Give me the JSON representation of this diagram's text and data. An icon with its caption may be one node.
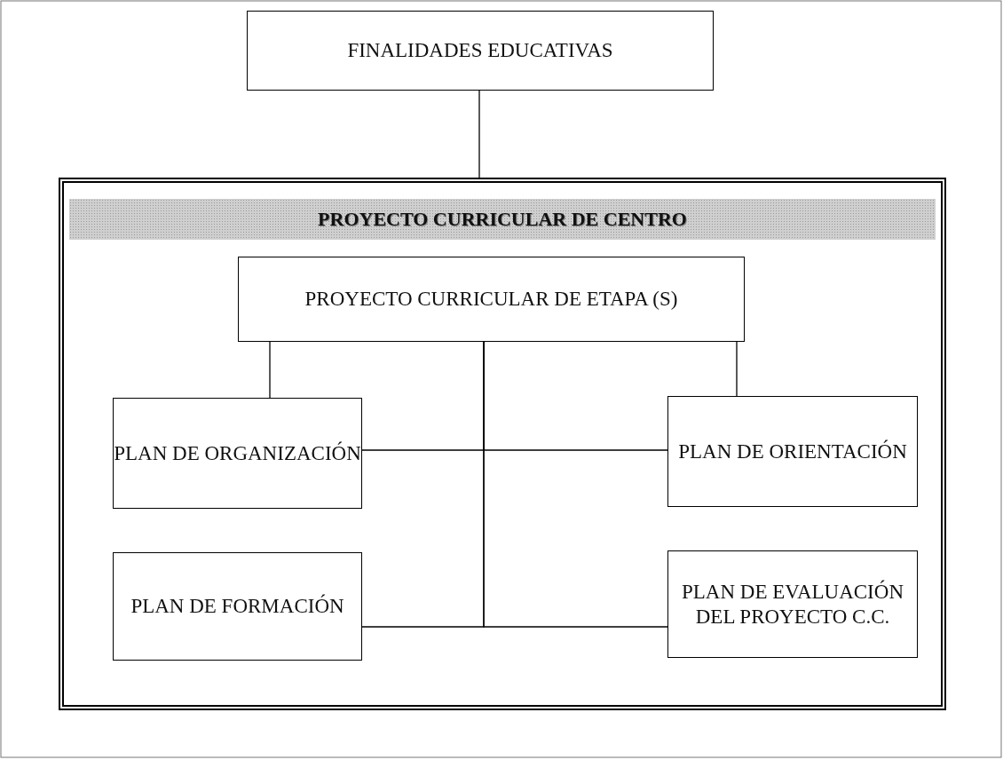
{
  "diagram": {
    "nodes": [
      {
        "text": [
          "FINALIDADES EDUCATIVAS"
        ]
      },
      {
        "text": [
          "PROYECTO CURRICULAR DE CENTRO"
        ]
      },
      {
        "text": [
          "PROYECTO CURRICULAR DE ETAPA (S)"
        ],
        "in": 1
      },
      {
        "text": [
          "PLAN DE ORGANIZACIÓN"
        ],
        "in": 1
      },
      {
        "text": [
          "PLAN DE ORIENTACIÓN"
        ],
        "in": 1
      },
      {
        "text": [
          "PLAN DE FORMACIÓN"
        ],
        "in": 1
      },
      {
        "text": [
          "PLAN DE EVALUACIÓN DEL PROYECTO C.C."
        ],
        "in": 1
      }
    ],
    "edges": [
      {
        "from": 0,
        "to": 1,
        "arrow": "none"
      },
      {
        "from": 2,
        "to": 3,
        "arrow": "none"
      },
      {
        "from": 2,
        "to": 4,
        "arrow": "none"
      },
      {
        "from": 2,
        "to": 3,
        "arrow": "none"
      },
      {
        "from": 2,
        "to": 4,
        "arrow": "none"
      },
      {
        "from": 2,
        "to": 5,
        "arrow": "none"
      },
      {
        "from": 2,
        "to": 6,
        "arrow": "none"
      }
    ]
  }
}
